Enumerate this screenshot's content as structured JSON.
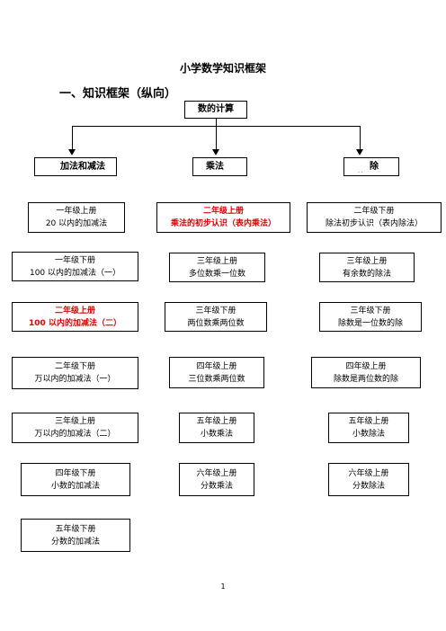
{
  "title": "小学数学知识框架",
  "subtitle": "一、知识框架（纵向）",
  "root": "数的计算",
  "headers": {
    "add_sub": "加法和减法",
    "mul": "乘法",
    "div": "除"
  },
  "columns": {
    "add_sub": [
      {
        "grade": "一年级上册",
        "topic": "20 以内的加减法"
      },
      {
        "grade": "一年级下册",
        "topic": "100 以内的加减法（一）"
      },
      {
        "grade": "二年级上册",
        "topic": "100 以内的加减法（二）"
      },
      {
        "grade": "二年级下册",
        "topic": "万以内的加减法（一）"
      },
      {
        "grade": "三年级上册",
        "topic": "万以内的加减法（二）"
      },
      {
        "grade": "四年级下册",
        "topic": "小数的加减法"
      },
      {
        "grade": "五年级下册",
        "topic": "分数的加减法"
      }
    ],
    "mul": [
      {
        "grade": "二年级上册",
        "topic": "乘法的初步认识（表内乘法）"
      },
      {
        "grade": "三年级上册",
        "topic": "多位数乘一位数"
      },
      {
        "grade": "三年级下册",
        "topic": "两位数乘两位数"
      },
      {
        "grade": "四年级上册",
        "topic": "三位数乘两位数"
      },
      {
        "grade": "五年级上册",
        "topic": "小数乘法"
      },
      {
        "grade": "六年级上册",
        "topic": "分数乘法"
      }
    ],
    "div": [
      {
        "grade": "二年级下册",
        "topic": "除法初步认识（表内除法）"
      },
      {
        "grade": "三年级上册",
        "topic": "有余数的除法"
      },
      {
        "grade": "三年级下册",
        "topic": "除数是一位数的除"
      },
      {
        "grade": "四年级上册",
        "topic": "除数是两位数的除"
      },
      {
        "grade": "五年级上册",
        "topic": "小数除法"
      },
      {
        "grade": "六年级上册",
        "topic": "分数除法"
      }
    ]
  },
  "highlight_color": "#e00000",
  "page_number": "1"
}
